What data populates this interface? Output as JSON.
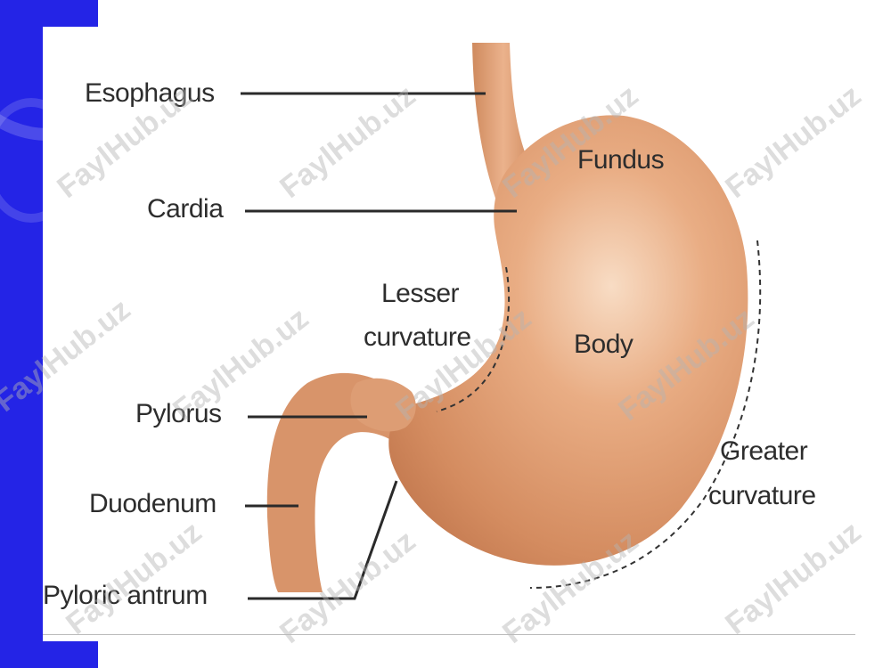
{
  "labels": {
    "esophagus": "Esophagus",
    "cardia": "Cardia",
    "fundus": "Fundus",
    "lesser_curvature_1": "Lesser",
    "lesser_curvature_2": "curvature",
    "body": "Body",
    "pylorus": "Pylorus",
    "duodenum": "Duodenum",
    "greater_curvature_1": "Greater",
    "greater_curvature_2": "curvature",
    "pyloric_antrum": "Pyloric antrum"
  },
  "watermark": "FaylHub.uz",
  "colors": {
    "slide_band": "#2424e6",
    "stomach_fill": "#d99366",
    "stomach_highlight": "#f6d3b8",
    "leader_line": "#2a2a2a",
    "label_text": "#2d2d2d"
  }
}
